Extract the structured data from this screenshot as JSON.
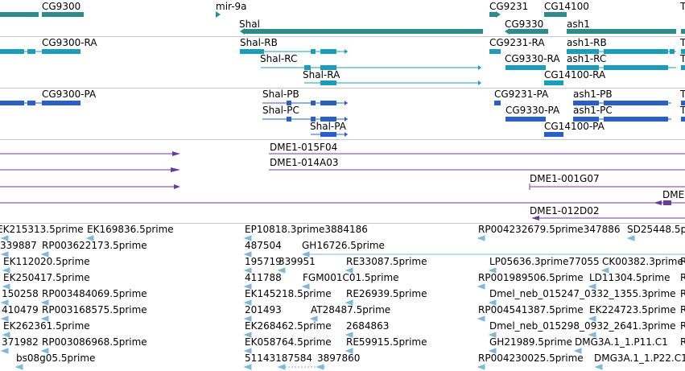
{
  "colors": {
    "gene": "#2e8b8b",
    "transcript_rna": "#1a9dba",
    "transcript_protein": "#2a5fc8",
    "clone": "#6a3d9a",
    "est": "#7fb8db",
    "divider": "#c8c8c8"
  },
  "gene_track": {
    "labels": [
      "CG9300",
      "mir-9a",
      "CG9231",
      "CG14100",
      "T",
      "Shal",
      "CG9330",
      "ash1"
    ]
  },
  "rna_track": {
    "labels": [
      "CG9300-RA",
      "Shal-RB",
      "CG9231-RA",
      "ash1-RB",
      "T",
      "Shal-RC",
      "CG9330-RA",
      "ash1-RC",
      "T",
      "Shal-RA",
      "CG14100-RA"
    ]
  },
  "protein_track": {
    "labels": [
      "CG9300-PA",
      "Shal-PB",
      "CG9231-PA",
      "ash1-PB",
      "T",
      "Shal-PC",
      "CG9330-PA",
      "ash1-PC",
      "T",
      "Shal-PA",
      "CG14100-PA"
    ]
  },
  "clone_track": {
    "labels": [
      "DME1-015F04",
      "DME1-014A03",
      "DME1-001G07",
      "DME",
      "DME1-012D02"
    ]
  },
  "est_track": {
    "labels": [
      "EK215313.5prime",
      "EK169836.5prime",
      "EP10818.3prime3884186",
      "RP004232679.5prime347886",
      "SD25448.5p",
      "339887",
      "RP003622173.5prime",
      "487504",
      "GH16726.5prime",
      "EK112020.5prime",
      "195719",
      "339951",
      "RE33087.5prime",
      "LP05636.3prime77055",
      "CK00382.3prime",
      "EK250417.5prime",
      "411788",
      "FGM001C01.5prime",
      "RP001989506.5prime",
      "LD11304.5prime",
      "150258",
      "RP003484069.5prime",
      "EK145218.5prime",
      "RE26939.5prime",
      "Dmel_neb_015247_0332_1355.3prime",
      "410479",
      "RP003168575.5prime",
      "201493",
      "AT28487.5prime",
      "RP004541387.5prime",
      "EK224723.5prime",
      "EK262361.5prime",
      "EK268462.5prime",
      "2684863",
      "Dmel_neb_015298_0932_2641.3prime",
      "371982",
      "RP003086968.5prime",
      "EK058764.5prime",
      "RE59915.5prime",
      "GH21989.5prime",
      "DMG3A.1_1.P11.C1",
      "bs08g05.5prime",
      "51143187584",
      "3897860",
      "RP004230025.5prime",
      "DMG3A.1_1.P22.C1",
      "R",
      "R",
      "R",
      "R",
      "R",
      "R"
    ]
  }
}
